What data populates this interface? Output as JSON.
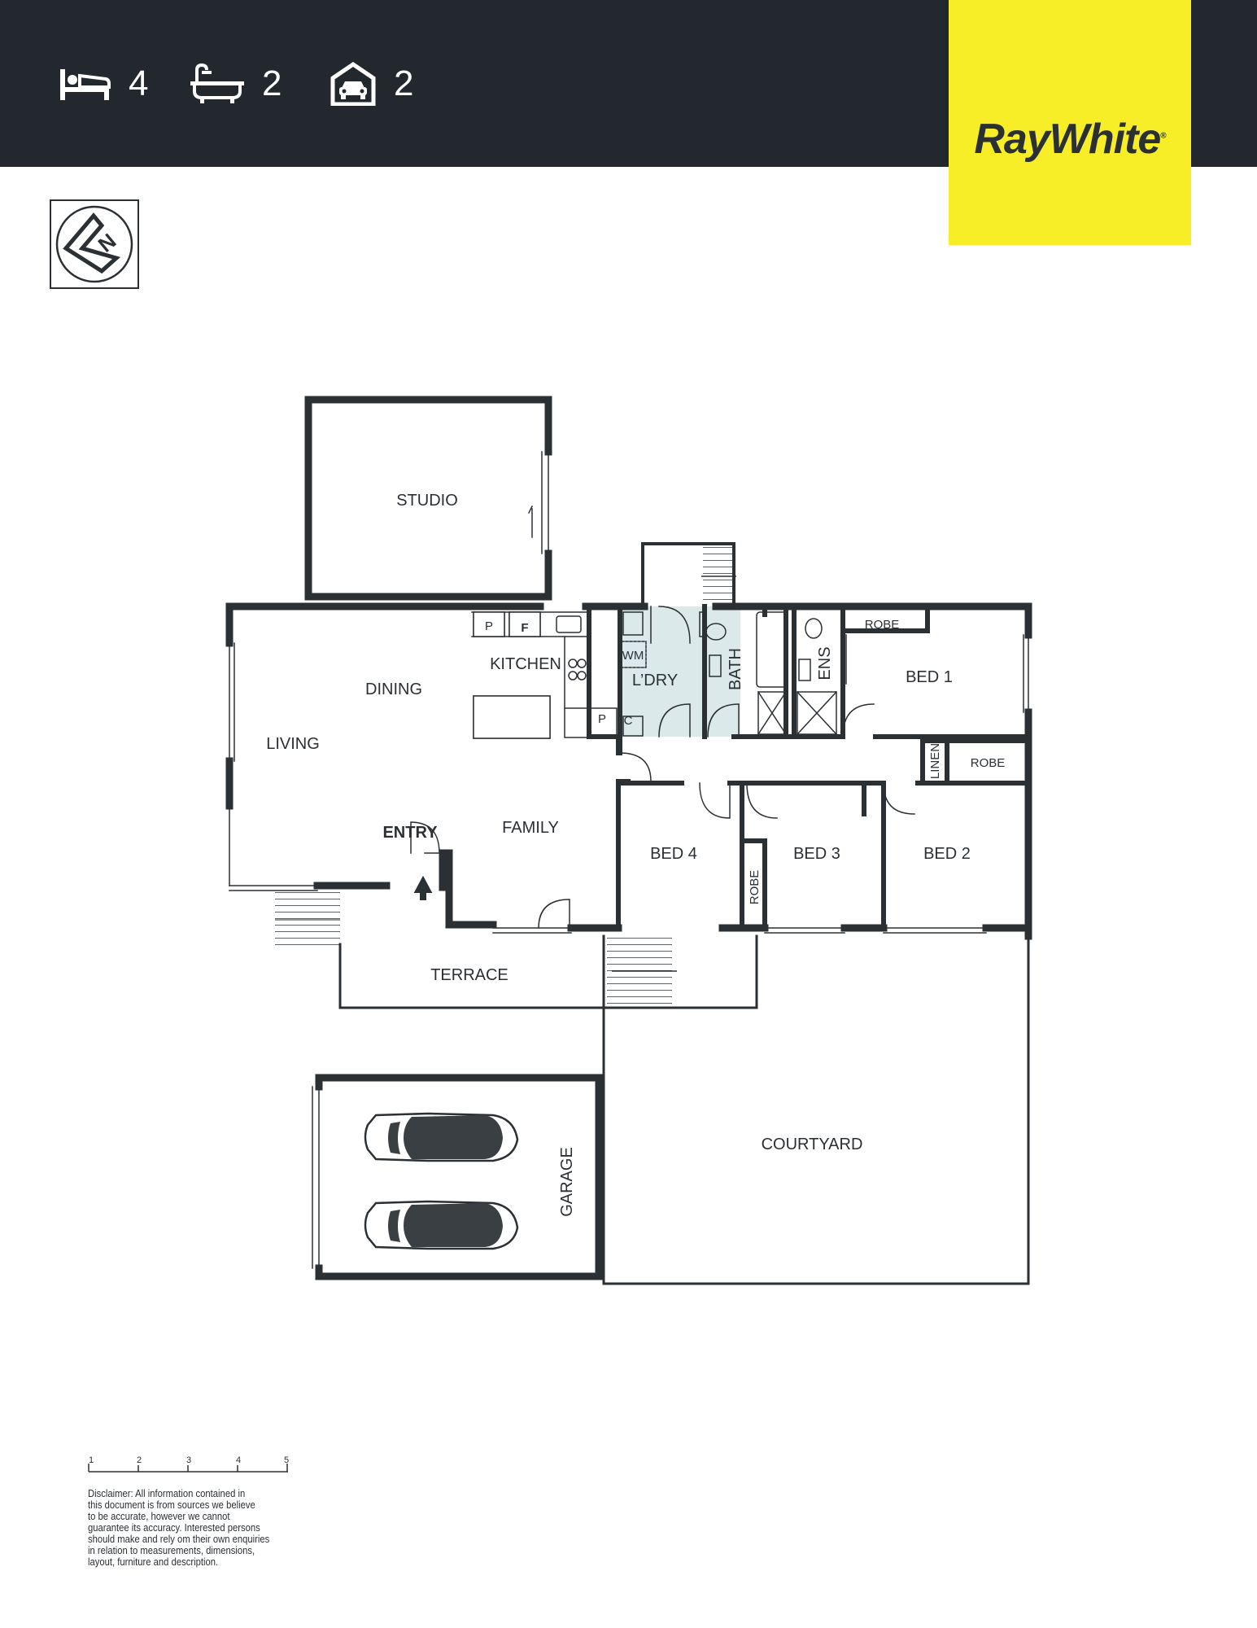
{
  "header": {
    "stats": [
      {
        "icon": "bed-icon",
        "value": "4"
      },
      {
        "icon": "bath-icon",
        "value": "2"
      },
      {
        "icon": "garage-icon",
        "value": "2"
      }
    ]
  },
  "brand": {
    "name": "RayWhite",
    "mark": "®",
    "color": "#f7ee27"
  },
  "compass": {
    "label": "N"
  },
  "rooms": {
    "studio": "STUDIO",
    "kitchen": "KITCHEN",
    "dining": "DINING",
    "living": "LIVING",
    "entry": "ENTRY",
    "family": "FAMILY",
    "laundry": "L’DRY",
    "bath": "BATH",
    "ensuite": "ENS",
    "bed1": "BED 1",
    "bed2": "BED 2",
    "bed3": "BED 3",
    "bed4": "BED 4",
    "robe_bed1": "ROBE",
    "robe_bed2": "ROBE",
    "robe_bed3": "ROBE",
    "linen": "LINEN",
    "terrace": "TERRACE",
    "courtyard": "COURTYARD",
    "garage": "GARAGE",
    "pantry_top": "P",
    "fridge": "F",
    "pantry_bottom": "P",
    "cupboard": "C",
    "washing_machine": "WM"
  },
  "scale_bar": {
    "ticks": [
      "1",
      "2",
      "3",
      "4",
      "5"
    ]
  },
  "disclaimer": [
    "Disclaimer: All information contained in",
    "this document is from sources we believe",
    "to be accurate, however we cannot",
    "guarantee its accuracy. Interested persons",
    "should make and rely om their own enquiries",
    "in relation to measurements, dimensions,",
    "layout, furniture and description."
  ]
}
